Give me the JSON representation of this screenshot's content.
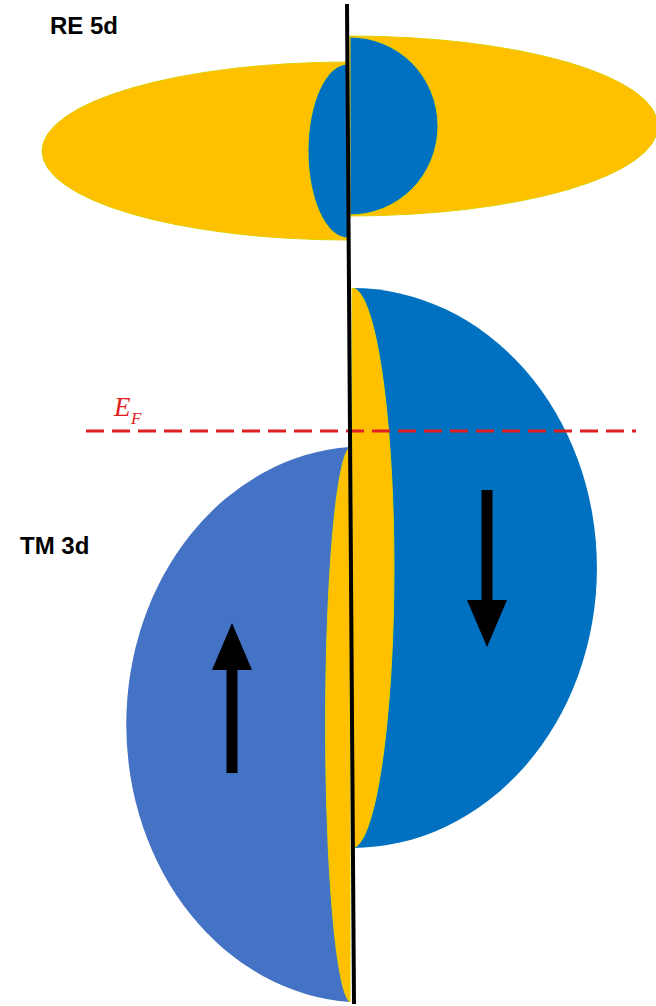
{
  "diagram": {
    "labels": [
      "RE 5d",
      "E",
      "F",
      "TM 3d"
    ]
  }
}
